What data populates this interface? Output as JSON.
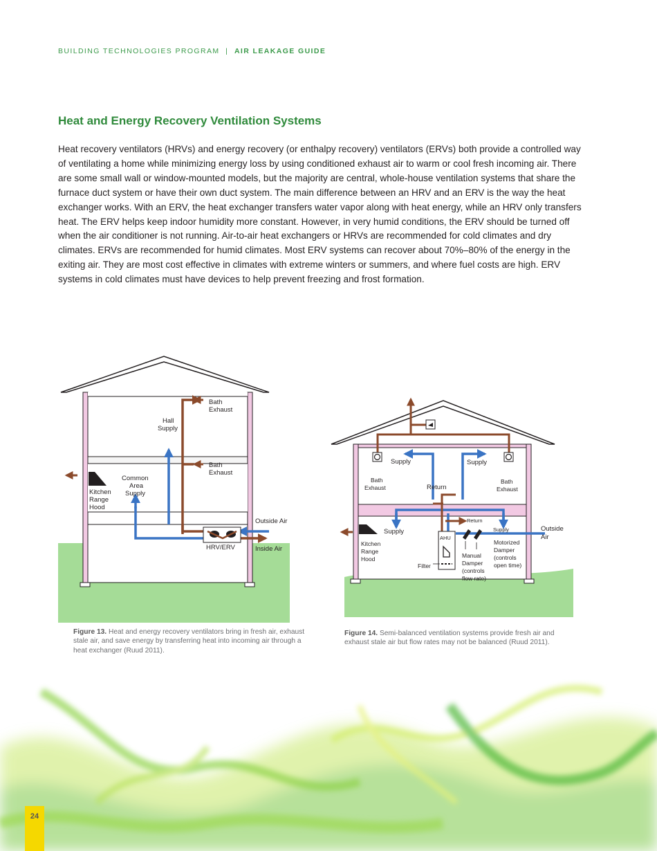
{
  "header": {
    "program": "BUILDING TECHNOLOGIES PROGRAM",
    "separator": "|",
    "guide": "AIR LEAKAGE GUIDE"
  },
  "section_title": "Heat and Energy Recovery Ventilation Systems",
  "body": "Heat recovery ventilators (HRVs) and energy recovery (or enthalpy recovery) ventilators (ERVs) both provide a controlled way of ventilating a home while minimizing energy loss by using conditioned exhaust air to warm or cool fresh incoming air. There are some small wall or window-mounted models, but the majority are central, whole-house ventilation systems that share the furnace duct system or have their own duct system. The main difference between an HRV and an ERV is the way the heat exchanger works. With an ERV, the heat exchanger transfers water vapor along with heat energy, while an HRV only transfers heat. The ERV helps keep indoor humidity more constant. However, in very humid conditions, the ERV should be turned off when the air conditioner is not running. Air-to-air heat exchangers or HRVs are recommended for cold climates and dry climates. ERVs are recommended for humid climates. Most ERV systems can recover about 70%–80% of the energy in the exiting air. They are most cost effective in climates with extreme winters or summers, and where fuel costs are high. ERV systems in cold climates must have devices to help prevent freezing and frost formation.",
  "figure13": {
    "labels": {
      "bath_exhaust_top_1": "Bath",
      "bath_exhaust_top_2": "Exhaust",
      "hall_supply_1": "Hall",
      "hall_supply_2": "Supply",
      "bath_exhaust_mid_1": "Bath",
      "bath_exhaust_mid_2": "Exhaust",
      "common_1": "Common",
      "common_2": "Area",
      "common_3": "Supply",
      "kitchen_1": "Kitchen",
      "kitchen_2": "Range",
      "kitchen_3": "Hood",
      "outside_air": "Outside Air",
      "hrv_erv": "HRV/ERV",
      "inside_air": "Inside Air"
    },
    "caption_label": "Figure 13.",
    "caption_text": "Heat and energy recovery ventilators bring in fresh air, exhaust stale air, and save energy by transferring heat into incoming air through a heat exchanger (Ruud 2011)."
  },
  "figure14": {
    "labels": {
      "supply_left": "Supply",
      "supply_right": "Supply",
      "bath_left_1": "Bath",
      "bath_left_2": "Exhaust",
      "bath_right_1": "Bath",
      "bath_right_2": "Exhaust",
      "return_main": "Return",
      "return_small": "Return",
      "supply_lower": "Supply",
      "supply_small": "Supply",
      "outside_1": "Outside",
      "outside_2": "Air",
      "ahu": "AHU",
      "kitchen_1": "Kitchen",
      "kitchen_2": "Range",
      "kitchen_3": "Hood",
      "filter": "Filter",
      "manual_1": "Manual",
      "manual_2": "Damper",
      "manual_3": "(controls",
      "manual_4": "flow rate)",
      "motorized_1": "Motorized",
      "motorized_2": "Damper",
      "motorized_3": "(controls",
      "motorized_4": "open time)"
    },
    "caption_label": "Figure 14.",
    "caption_text": "Semi-balanced ventilation systems provide fresh air and exhaust stale air but flow rates may not be balanced (Ruud 2011)."
  },
  "page_number": "24",
  "colors": {
    "brown": "#8b4a2b",
    "blue": "#3a74c4",
    "wall": "#f2c9e3",
    "green": "#a5dc97",
    "title_green": "#2f8a3b"
  }
}
